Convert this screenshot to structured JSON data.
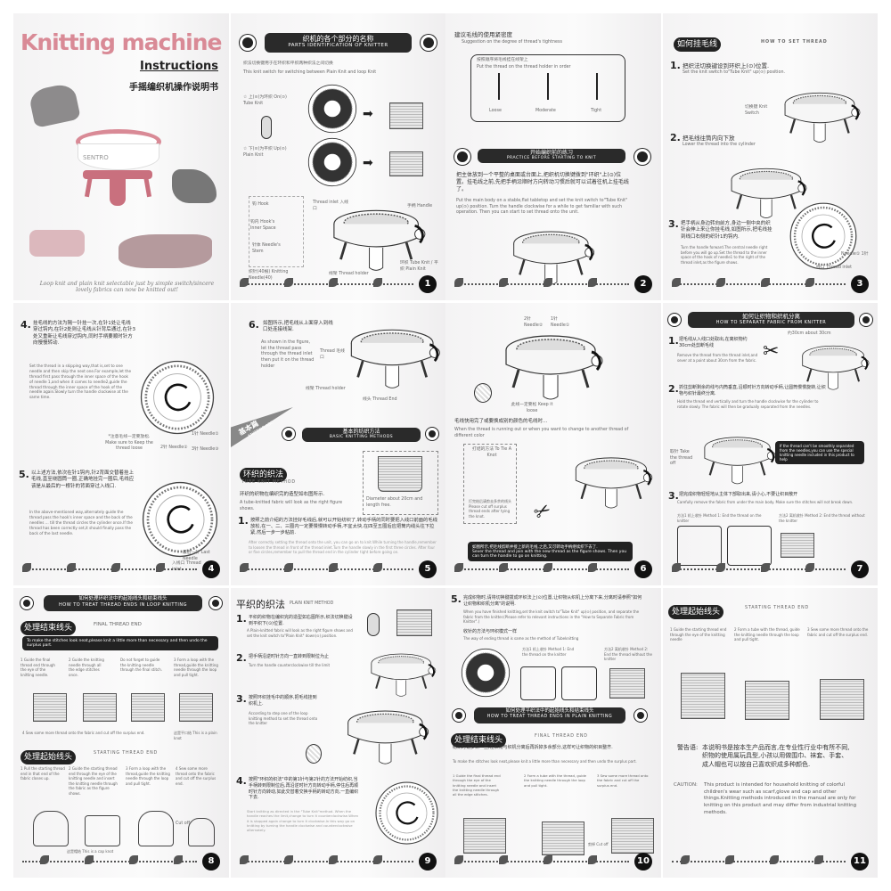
{
  "cover": {
    "title": "Knitting machine",
    "subtitle": "Instructions",
    "title_zh": "手摇编织机操作说明书",
    "brand": "SENTRO",
    "tagline": "Loop knit and plain knit selectable just by simple switch/sincere lovely fabrics can now be knitted out!",
    "accent_color": "#d98a96"
  },
  "p1": {
    "banner_zh": "织机的各个部分的名称",
    "banner_en": "PARTS IDENTIFICATION OF KNITTER",
    "intro_zh": "织法切换键用于在环织和平织两种织法之间切换",
    "intro_en": "This knit switch for switching between Plain Knit and loop Knit",
    "on_label": "☆ 上(⊙)为环织 On(⊙) Tube Knit",
    "up_label": "☆ 下(⊙)为平织 Up(⊙) Plain Knit",
    "hook": "钩 Hook",
    "hook_inner": "钩内 Hook's Inner Space",
    "stem": "针体 Needle's Stem",
    "needles": "织针(40根) Knitting Needle(40)",
    "thread_inlet": "Thread inlet 入线口",
    "handle": "手柄 Handle",
    "thread_holder": "线架 Thread holder",
    "switch": "环织 Tube Knit / 平织 Plain Knit",
    "page": "1"
  },
  "p2": {
    "tight_zh": "建议毛线的使用紧密度",
    "tight_en": "Suggestion on the degree of thread's tightness",
    "box_zh": "按照顺序将毛线挂在线架上",
    "box_en": "Put the thread on the thread holder in order",
    "loose": "Loose",
    "moderate": "Moderate",
    "tight": "Tight",
    "banner_zh": "开始编织前的练习",
    "banner_en": "PRACTICE BEFORE STARTING TO KNIT",
    "para_zh": "把主体放到一个平整的桌面或台面上,把织机切换键拨到\"环织\"上(⊙)位置。挂毛线之前,先把手柄沿顺时方向转动习惯后就可以试着往机上挂毛线了。",
    "para_en": "Put the main body on a stable,flat tabletop and set the knit switch to\"Tube Knit\" up(⊙) position. Turn the handle clockwise for a while to get familiar with such operation. Then you can start to set thread onto the unit.",
    "page": "2"
  },
  "p3": {
    "title_zh": "如何挂毛线",
    "title_en": "HOW TO SET THREAD",
    "s1_zh": "把织法切换键设到环织上(⊙)位置.",
    "s1_en": "Set the knit switch to\"Tube Knit\" up(⊙) position.",
    "knit_switch": "切换键 Knit Switch",
    "s2_zh": "把毛线往筒内向下放",
    "s2_en": "Lower the thread into the cylinder",
    "s3_zh": "把手柄从身边转向前方,身边一侧中央的织针会伸上来让你挂毛线,如图所示,把毛线挂到线口右侧的织针1的钩内.",
    "s3_en": "Turn the handle forward.The central needle right before you will go up.Set the thread to the inner space of the hook of needle1 to the right of the thread inlet,as the figure shows.",
    "needle1": "Needle① 1针",
    "inlet": "线口 Thread inlet",
    "page": "3"
  },
  "p4": {
    "s4_zh": "挂毛线的方法为隔一针挂一次,在针1处让毛线穿过钩内,在针2处则让毛线从针背后通过,在针3处又重新让毛线穿过钩内,同时手柄要顺时针方向慢慢转动.",
    "s4_en": "Set the thread in a skipping way,that is,set to one needle and then skip the next one.For example,let the thread first pass through the inner space of the hook of needle 1,and when it comes to needle2,guide the thread through the inner space of the hook of the needle again.Slowly turn the handle clockwise at the same time.",
    "loose_note": "*注意毛线一定要放松. Make sure to Keep the thread loose",
    "n1": "1针 Needle①",
    "n2": "2针 Needle②",
    "n3": "3针 Needle③",
    "s5_zh": "以上述方法,依次在针1钩内,针2背面交替着挂上毛线,直至绕圆筒一圈,正确地挂完一圈后,毛线应该是从最后的一根针的背面穿过入线口.",
    "s5_en": "In the above-mentioned way,alternately guide the thread pass the hook's inner space and the back of the needles ... till the thread circles the cylinder once.If the thread has been correctly set,it should finally pass the back of the last needle.",
    "last_needle": "最后一针 Last Needle",
    "inlet": "入线口 Thread inlet",
    "page": "4"
  },
  "p5": {
    "s6_zh": "如图所示,把毛线从上面穿入到线口处连接线架.",
    "s6_en": "As shown in the figure, let the thread pass through the thread inlet then put it on the thread holder",
    "thread_inlet": "Thread 毛线口",
    "holder": "线架 Thread holder",
    "end": "线头 Thread End",
    "section_zh": "基本篇",
    "section_en": "KNITTING ABC",
    "banner_zh": "基本的纺织方法",
    "banner_en": "BASIC KNITTING METHODS",
    "tube_zh": "环织的织法",
    "tube_en": "TUBE KNIT METHOD",
    "tube_desc_zh": "环织的织物在编织完的造型如右图所示.",
    "tube_desc_en": "A tube-knitted fabric will look as the right figure shows.",
    "diameter": "Diameter about 20cm and length free.",
    "s1_zh": "按照之前介绍的方法挂好毛线后,就可以开始纺织了,转动手柄的同时要把入线口前面的毛线放松,在一、二、三圈内一定要慢慢转动手柄,不宜太快,在四至五圈后应把筒内线头往下拉紧,然后一步一步粘前.",
    "s1_en": "After correctly setting the thread onto the unit, you can go on to knit.While turning the handle,remember to loosen the thread in front of the thread inlet.Turn the handle slowly in the first three circles. After four or five circles,remember to pull the thread end in the cylinder tight before going on.",
    "page": "5"
  },
  "p6": {
    "n2": "2针 Needle②",
    "n1": "1针 Needle①",
    "keep_loose": "此线一定要松 Keep it loose",
    "change_zh": "毛线快用完了或要换成别的颜色的毛线时…",
    "change_en": "When the thread is running out or when you want to change to another thread of different color",
    "knot": "打结的方法 To Tie A Knot",
    "cut_off": "剪掉 Cut off",
    "knot_note": "打完结后请剪去多余的线头 Please cut off surplus thread ends after tying the knot.",
    "box_zh": "如图所示,把毛线剪断并接上新的毛线,之后,又可转动手柄继续织下去了.",
    "box_en": "Sever the thread and join with the new thread as the figure shows. Then you can turn the handle to go on knitting.",
    "page": "6"
  },
  "p7": {
    "banner_zh": "如何让织物和织机分离",
    "banner_en": "HOW TO SEPARATE FABRIC FROM KNITTER",
    "s1_zh": "把毛线从入线口处取出,在离织物约30cm处剪断毛线",
    "s1_en": "Remove the thread from the thread inlet,and sever at a point about 30cm from the fabric.",
    "about": "约30cm about 30cm",
    "s2_zh": "抓住剪断剩余的线与内筒垂直,沿顺时针方向转动手柄,让圆筒慢慢旋转,让织物与织针最终分离.",
    "s2_en": "Hold the thread end vertically and turn the handle clockwise for the cylinder to rotate slowly. The fabric will then be gradually separated from the needles.",
    "take_off": "取针 Take the thread off",
    "box_en": "If the thread can't be smoothly separated from the needles,you can use the special knitting needle included in this product to help",
    "s3_zh": "把完成织物轻轻地从主体下部取出来,请小心,不要让织目散开",
    "s3_en": "Carefully remove the fabric from under the main body. Make sure the stitches will not break down.",
    "m1": "方法1 机上收针 Method 1: End the thread on the knitter",
    "m2": "方法2 离机收针 Method 2: End the thread without the knitter",
    "page": "7"
  },
  "p8": {
    "banner_zh": "如何处理环织法中的起始线头和结束线头",
    "banner_en": "HOW TO TREAT THREAD ENDS IN LOOP KNITTING",
    "final_zh": "处理结束线头",
    "final_en": "FINAL THREAD END",
    "box_en": "To make the stitches look neat,please knit a little more than necessary and then undo the surplus part.",
    "steps_final": [
      "1 Guide the final thread end through the eye of the knitting needle.",
      "2 Guide the knitting needle through all the edge stitches once.",
      "Do not forget to guide the knitting needle through the final stitch.",
      "3 Form a loop with the thread,guide the knitting needle through the loop and pull tight."
    ],
    "sew_note": "4 Sew some more thread onto the fabric and cut off the surplus end.",
    "plain_knot": "这是平口结 This is a plain knot",
    "start_zh": "处理起始线头",
    "start_en": "STARTING THREAD END",
    "steps_start": [
      "1 Pull the starting thread end in that end of the fabric closes up.",
      "2 Guide the starting thread end through the eye of the knitting needle and insert the knitting needle through the fabric as the figure shows.",
      "3 Form a loop with the thread,guide the knitting needle through the loop and pull tight.",
      "4 Sew some more thread onto the fabric and cut off the surplus end."
    ],
    "cut_off": "Cut off",
    "cap_note": "这是帽结 This is a cap knot",
    "page": "8"
  },
  "p9": {
    "title_zh": "平织的织法",
    "title_en": "PLAIN KNIT METHOD",
    "s1_zh": "平织的织物在编织完的造型如右图所示,织法切换键设到平织下(⊙)位置.",
    "s1_en": "A Plain-knitted fabric will look as the right figure shows and set the knit switch to\"Plain Knit\" down(⊙) position.",
    "s2_zh": "把手柄沿逆时针方向一直转到限制位为止",
    "s2_en": "Turn the handle counterclockwise till the limit",
    "s3_zh": "按照环织挂毛中的顺序,把毛线挂到织机上.",
    "s3_en": "According to step one of the loop knitting method to set the thread onto the knitter",
    "s4_zh": "按照\"环织的织法\"中的第1针与第2针的方法开始纺织,当手柄转到限制位后,再沿逆时针方向转动手柄,停住后再顺时针方向转动,如此交替着交换手柄的转动方向,一直编织下去.",
    "s4_en": "Start knitting as directed in the \"Tube Knit\"method. When the handle reaches the limit,change to turn it counterclockwise.When it is stopped again change to turn it clockwise.In this way go on knitting by turning the handle clockwise and counterclockwise alternately.",
    "page": "9"
  },
  "p10": {
    "s5_zh": "完成织物时,请将切换键拨成环织法上(⊙)位置,让织物从织机上分离下来,分离时请参照\"如何让织物和织机分离\"的说明.",
    "s5_en": "When you have finished knitting,set the knit switch to\"Tube Knit\" up(⊙) position, and separate the fabric from the knitter.(Please refer to relevant instructions in the \"How to Separate Fabric from Knitter\".)",
    "way_zh": "收针的方法与环织模式一样",
    "way_en": "The way of ending thread is same as the method of Tubeknitting",
    "m1": "方法1 机上收针 Method 1: End the thread on the knitter",
    "m2": "方法2 离机收针 Method 2: End the thread without the knitter",
    "banner_zh": "如何处理平织法中的起始线头和结束线头",
    "banner_en": "HOW TO TREAT THREAD ENDS IN PLAIN KNITTING",
    "final_zh": "处理结束线头",
    "final_en": "FINAL THREAD END",
    "note_zh": "纺织时请多织一些,在织物与织机分离后再拆掉多余部分,这样可让织物的织目整齐.",
    "note_en": "To make the stitches look neat,please knit a little more than necessary and then undo the surplus part.",
    "steps": [
      "1 Guide the final thread end through the eye of the knitting needle and insert the knitting needle through all the edge stitches.",
      "2 Form a tube with the thread, guide the knitting needle through the loop and pull tight.",
      "3 Sew some more thread onto the fabric and cut off the surplus end."
    ],
    "cut_off": "剪掉 Cut off",
    "page": "10"
  },
  "p11": {
    "start_zh": "处理起始线头",
    "start_en": "STARTING THREAD END",
    "steps": [
      "1 Guide the starting thread end through the eye of the knitting needle",
      "2 Form a tube with the thread, guide the knitting needle through the loop and pull tight.",
      "3 Sew some more thread onto the fabric and cut off the surplus end."
    ],
    "warn_label": "警告语:",
    "warn_zh": "本说明书是按本生产品而言,在专业性行业中有所不同,织物的使用属玩具型,小孩以用做围巾、袜套、手套、成人帽也可以按自己喜欢织成多种颜色.",
    "caution_label": "CAUTION:",
    "caution_en": "This product is intended for household knitting of colorful children's wear such as scarf,glove and cap and other things.Knitting methods introduced in the manual are only for knitting on this product and may differ from industrial knitting methods.",
    "page": "11"
  }
}
